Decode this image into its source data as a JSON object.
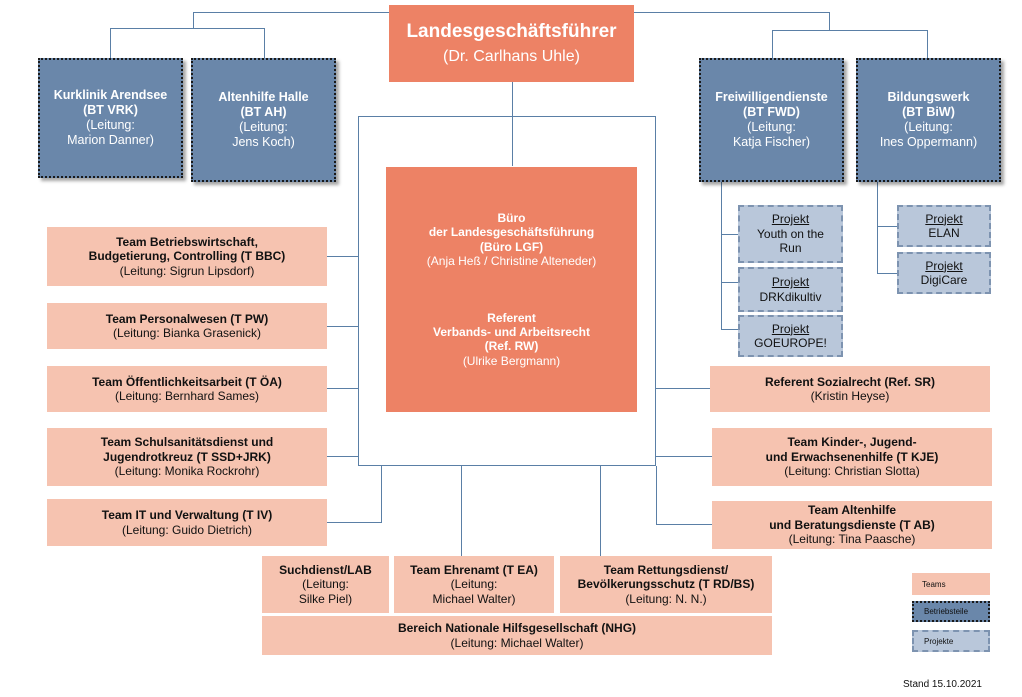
{
  "top": {
    "title": "Landesgeschäftsführer",
    "subtitle": "(Dr. Carlhans Uhle)"
  },
  "buero": {
    "line1": "Büro",
    "line2": "der Landesgeschäftsführung",
    "line3": "(Büro LGF)",
    "line4": "(Anja Heß / Christine Alteneder)",
    "ref_line1": "Referent",
    "ref_line2": "Verbands- und Arbeitsrecht",
    "ref_line3": "(Ref. RW)",
    "ref_line4": "(Ulrike Bergmann)"
  },
  "betriebsteile": [
    {
      "name": "Kurklinik Arendsee",
      "abbr": "(BT VRK)",
      "lead1": "(Leitung:",
      "lead2": "Marion Danner)"
    },
    {
      "name": "Altenhilfe Halle",
      "abbr": "(BT AH)",
      "lead1": "(Leitung:",
      "lead2": "Jens Koch)"
    },
    {
      "name": "Freiwilligendienste",
      "abbr": "(BT FWD)",
      "lead1": "(Leitung:",
      "lead2": "Katja Fischer)"
    },
    {
      "name": "Bildungswerk",
      "abbr": "(BT BiW)",
      "lead1": "(Leitung:",
      "lead2": "Ines Oppermann)"
    }
  ],
  "projects": [
    {
      "label": "Projekt",
      "name": "Youth on the Run"
    },
    {
      "label": "Projekt",
      "name": "DRKdikultiv"
    },
    {
      "label": "Projekt",
      "name": "GOEUROPE!"
    },
    {
      "label": "Projekt",
      "name": "ELAN"
    },
    {
      "label": "Projekt",
      "name": "DigiCare"
    }
  ],
  "left_teams": [
    {
      "l1": "Team Betriebswirtschaft,",
      "l2": "Budgetierung, Controlling (T BBC)",
      "lead": "(Leitung: Sigrun Lipsdorf)"
    },
    {
      "l1": "Team Personalwesen (T PW)",
      "lead": "(Leitung: Bianka Grasenick)"
    },
    {
      "l1": "Team Öffentlichkeitsarbeit (T ÖA)",
      "lead": "(Leitung: Bernhard Sames)"
    },
    {
      "l1": "Team Schulsanitätsdienst und",
      "l2": "Jugendrotkreuz (T SSD+JRK)",
      "lead": "(Leitung: Monika Rockrohr)"
    },
    {
      "l1": "Team IT und Verwaltung (T IV)",
      "lead": "(Leitung: Guido Dietrich)"
    }
  ],
  "right_teams": [
    {
      "l1": "Referent Sozialrecht (Ref. SR)",
      "lead": "(Kristin Heyse)"
    },
    {
      "l1": "Team Kinder-, Jugend-",
      "l2": "und Erwachsenenhilfe (T KJE)",
      "lead": "(Leitung: Christian Slotta)"
    },
    {
      "l1": "Team Altenhilfe",
      "l2": "und Beratungsdienste (T AB)",
      "lead": "(Leitung: Tina Paasche)"
    }
  ],
  "bottom_teams": [
    {
      "l1": "Suchdienst/LAB",
      "lead1": "(Leitung:",
      "lead2": "Silke Piel)"
    },
    {
      "l1": "Team Ehrenamt (T EA)",
      "lead1": "(Leitung:",
      "lead2": "Michael Walter)"
    },
    {
      "l1": "Team Rettungsdienst/",
      "l2": "Bevölkerungsschutz (T RD/BS)",
      "lead": "(Leitung: N. N.)"
    }
  ],
  "nhg": {
    "l1": "Bereich Nationale Hilfsgesellschaft (NHG)",
    "lead": "(Leitung: Michael Walter)"
  },
  "legend": {
    "teams": "Teams",
    "bt": "Betriebsteile",
    "proj": "Projekte"
  },
  "stand": "Stand 15.10.2021",
  "colors": {
    "team": "#f6c3b0",
    "top": "#ed8265",
    "betriebsteil": "#6a87aa",
    "projekt": "#b9c7da",
    "lines": "#5a7fa6"
  }
}
